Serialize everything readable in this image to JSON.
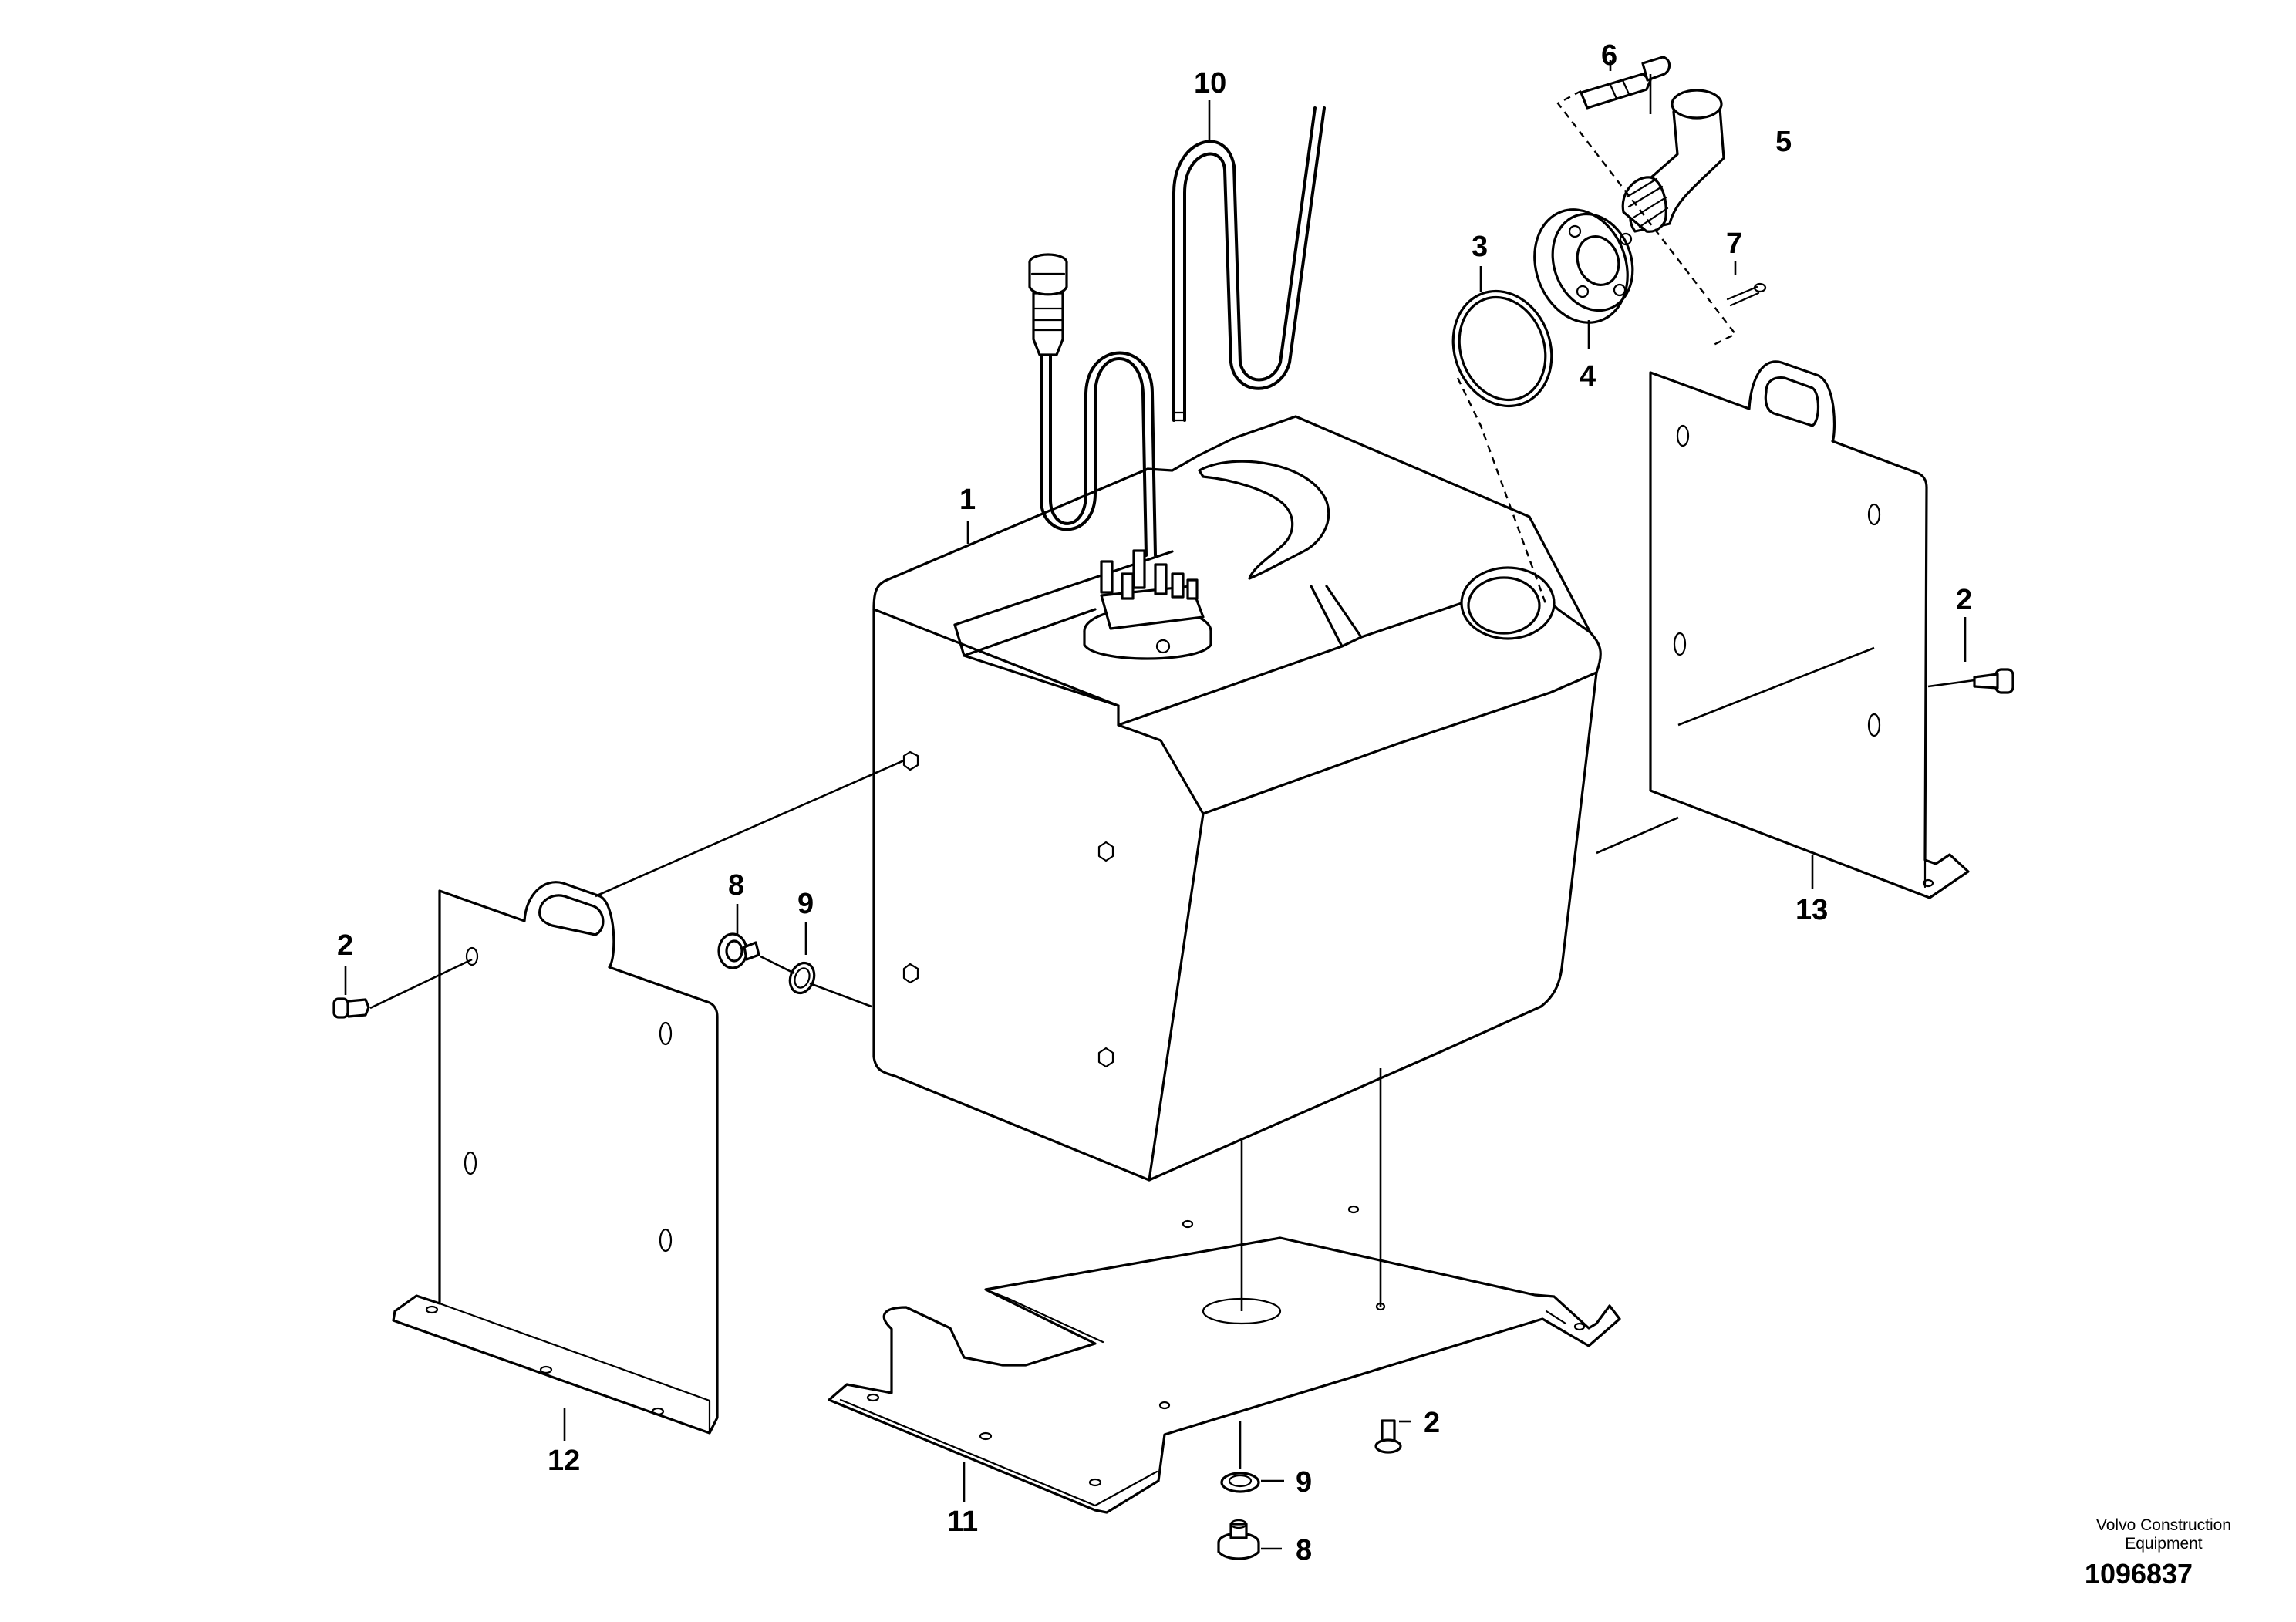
{
  "diagram": {
    "callouts": [
      "1",
      "2",
      "3",
      "4",
      "5",
      "6",
      "7",
      "8",
      "9",
      "10",
      "11",
      "12",
      "13"
    ],
    "repeated": {
      "label_2": "2",
      "label_8": "8",
      "label_9": "9"
    }
  },
  "footer": {
    "brand_line1": "Volvo Construction",
    "brand_line2": "Equipment",
    "document_number": "1096837"
  }
}
